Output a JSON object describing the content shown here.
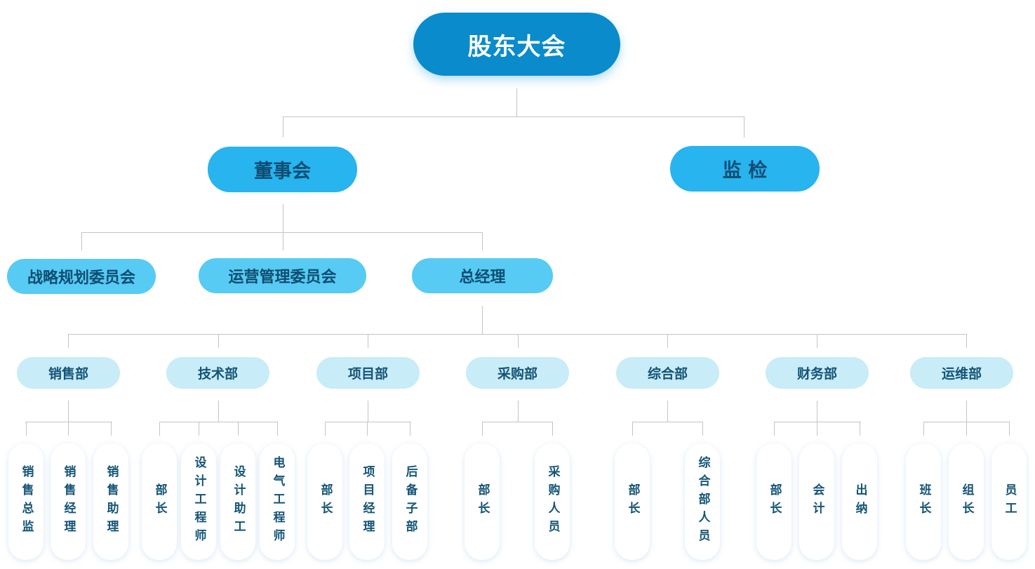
{
  "title": "组织架构图",
  "colors": {
    "level0": "#0a8bcb",
    "level1": "#27b4ef",
    "level2": "#57cbf3",
    "level3": "#c8ecf8",
    "leaf_bg": "#ffffff",
    "text_dark": "#145476",
    "connector": "#c4c4c4"
  },
  "root": {
    "label": "股东大会"
  },
  "level1": [
    {
      "id": "board",
      "label": "董事会"
    },
    {
      "id": "supervision",
      "label": "监 检"
    }
  ],
  "level2": [
    {
      "id": "strategy",
      "label": "战略规划委员会"
    },
    {
      "id": "operations",
      "label": "运营管理委员会"
    },
    {
      "id": "gm",
      "label": "总经理"
    }
  ],
  "departments": [
    {
      "label": "销售部",
      "roles": [
        "销售总监",
        "销售经理",
        "销售助理"
      ]
    },
    {
      "label": "技术部",
      "roles": [
        "部长",
        "设计工程师",
        "设计助工",
        "电气工程师"
      ]
    },
    {
      "label": "项目部",
      "roles": [
        "部长",
        "项目经理",
        "后备子部"
      ]
    },
    {
      "label": "采购部",
      "roles": [
        "部长",
        "采购人员"
      ]
    },
    {
      "label": "综合部",
      "roles": [
        "部长",
        "综合部人员"
      ]
    },
    {
      "label": "财务部",
      "roles": [
        "部长",
        "会计",
        "出纳"
      ]
    },
    {
      "label": "运维部",
      "roles": [
        "班长",
        "组长",
        "员工"
      ]
    }
  ]
}
